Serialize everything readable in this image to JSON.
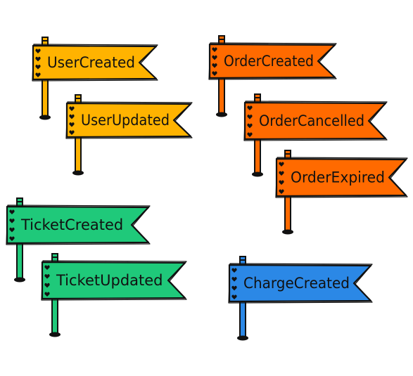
{
  "colors": {
    "orange_yellow": "#ffb300",
    "orange": "#ff6a00",
    "green": "#1fc97a",
    "blue": "#2b88e6",
    "outline": "#111111"
  },
  "flags": [
    {
      "id": "user-created",
      "label": "UserCreated",
      "color": "orange_yellow"
    },
    {
      "id": "user-updated",
      "label": "UserUpdated",
      "color": "orange_yellow"
    },
    {
      "id": "order-created",
      "label": "OrderCreated",
      "color": "orange"
    },
    {
      "id": "order-cancelled",
      "label": "OrderCancelled",
      "color": "orange"
    },
    {
      "id": "order-expired",
      "label": "OrderExpired",
      "color": "orange"
    },
    {
      "id": "ticket-created",
      "label": "TicketCreated",
      "color": "green"
    },
    {
      "id": "ticket-updated",
      "label": "TicketUpdated",
      "color": "green"
    },
    {
      "id": "charge-created",
      "label": "ChargeCreated",
      "color": "blue"
    }
  ]
}
